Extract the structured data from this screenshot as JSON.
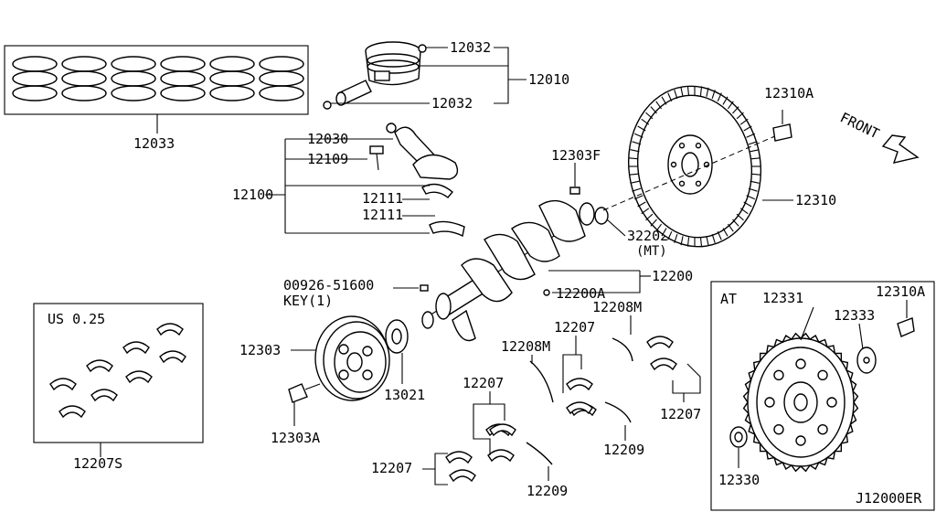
{
  "labels": {
    "p12033": "12033",
    "p12032a": "12032",
    "p12032b": "12032",
    "p12010": "12010",
    "p12030": "12030",
    "p12109": "12109",
    "p12100": "12100",
    "p12111a": "12111",
    "p12111b": "12111",
    "p12303F": "12303F",
    "p32202": "32202",
    "p32202mt": "(MT)",
    "p12310A": "12310A",
    "p12310": "12310",
    "front": "FRONT",
    "p00926": "00926-51600",
    "key": "KEY(1)",
    "p12200": "12200",
    "p12200A": "12200A",
    "us": "US 0.25",
    "p12207S": "12207S",
    "p12303": "12303",
    "p13021": "13021",
    "p12303A": "12303A",
    "p12208Ma": "12208M",
    "p12208Mb": "12208M",
    "p12207a": "12207",
    "p12207b": "12207",
    "p12207c": "12207",
    "p12207d": "12207",
    "p12209a": "12209",
    "p12209b": "12209",
    "at": "AT",
    "p12331": "12331",
    "p12310A_at": "12310A",
    "p12333": "12333",
    "p12330": "12330",
    "code": "J12000ER"
  },
  "icons": {
    "arrow": "front-arrow-icon"
  }
}
